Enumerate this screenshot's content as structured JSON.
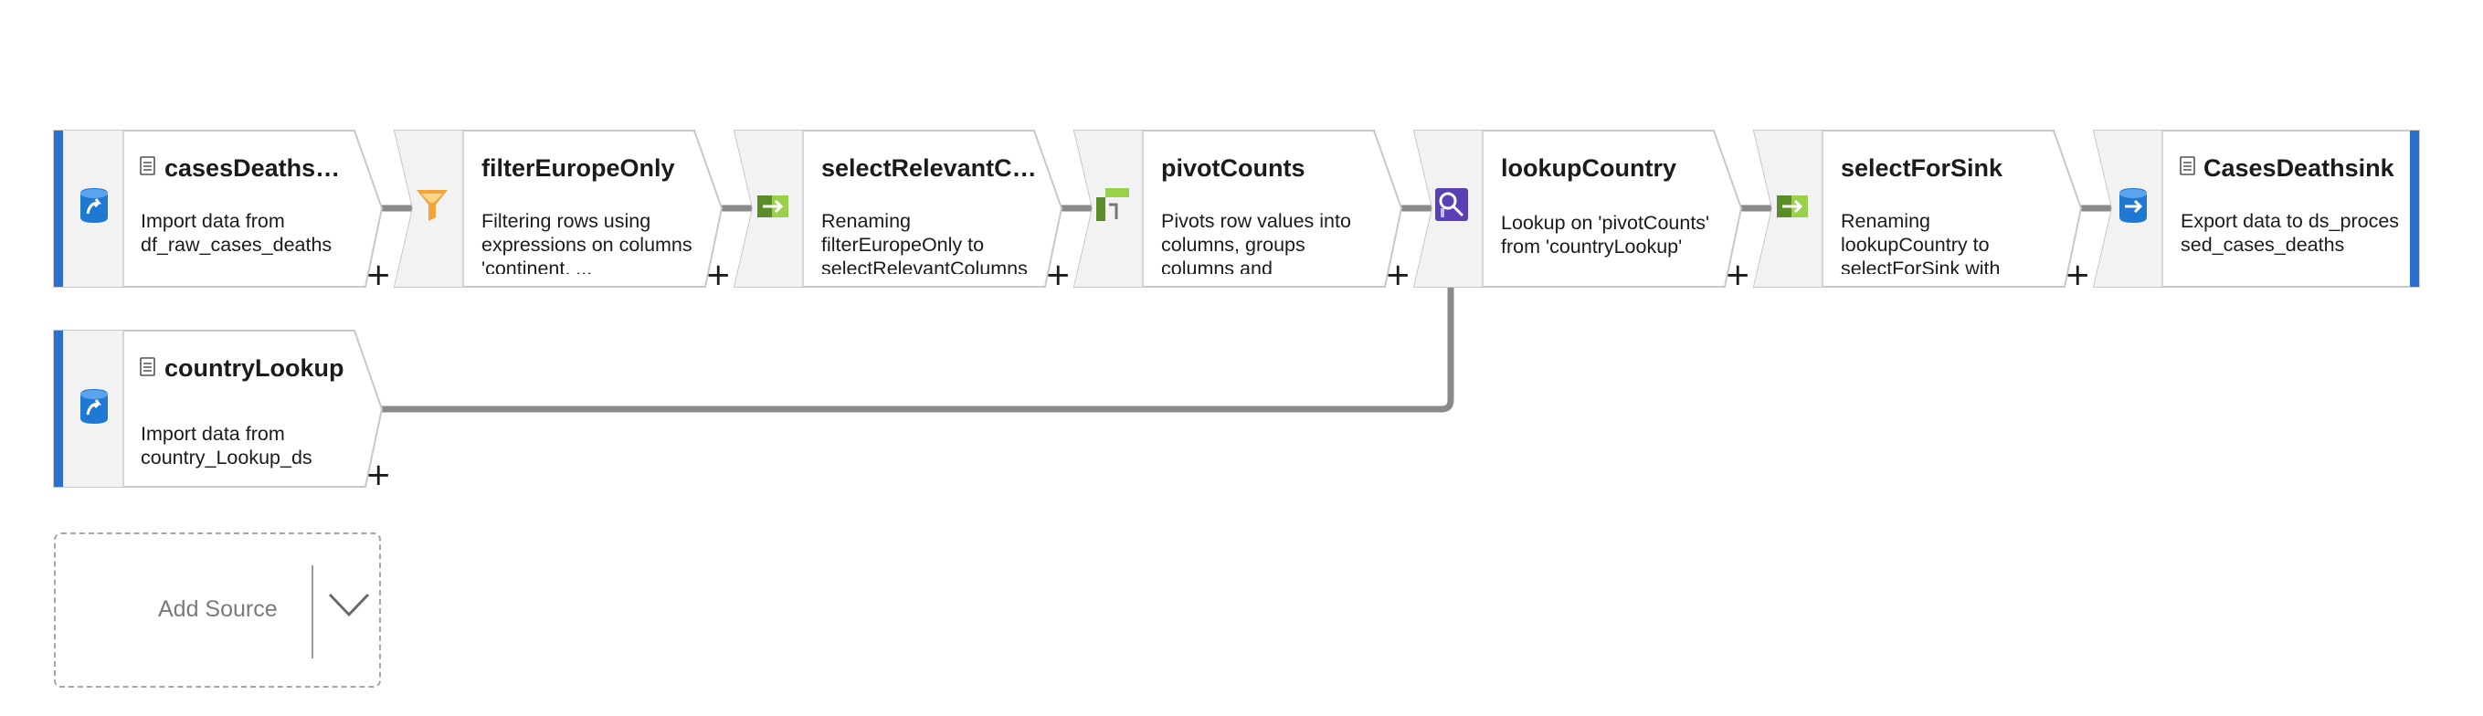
{
  "nodes": [
    {
      "title": "casesDeathsSou…",
      "desc": "Import data from df_raw_cases_deaths",
      "icon": "source-icon"
    },
    {
      "title": "filterEuropeOnly",
      "desc": "Filtering rows using expressions on columns 'continent, ...",
      "icon": "filter-icon"
    },
    {
      "title": "selectRelevantCol…",
      "desc": "Renaming filterEuropeOnly to selectRelevantColumns with columns",
      "icon": "select-icon"
    },
    {
      "title": "pivotCounts",
      "desc": "Pivots row values into columns, groups columns and aggregates data",
      "icon": "pivot-icon"
    },
    {
      "title": "lookupCountry",
      "desc": "Lookup on 'pivotCounts' from 'countryLookup'",
      "icon": "lookup-icon"
    },
    {
      "title": "selectForSink",
      "desc": "Renaming lookupCountry to selectForSink with columns",
      "icon": "select-icon"
    },
    {
      "title": "CasesDeathsink",
      "desc": "Export data to ds_processed_cases_deaths",
      "icon": "sink-icon"
    },
    {
      "title": "countryLookup",
      "desc": "Import data from country_Lookup_ds",
      "icon": "source-icon"
    }
  ],
  "plus_symbol": "+",
  "add_source": {
    "label": "Add Source"
  },
  "colors": {
    "accent": "#2b6fcf",
    "node_fill": "#ffffff",
    "icon_panel": "#f2f2f2",
    "border": "#c8c8c8",
    "connector": "#8a8a8a"
  }
}
